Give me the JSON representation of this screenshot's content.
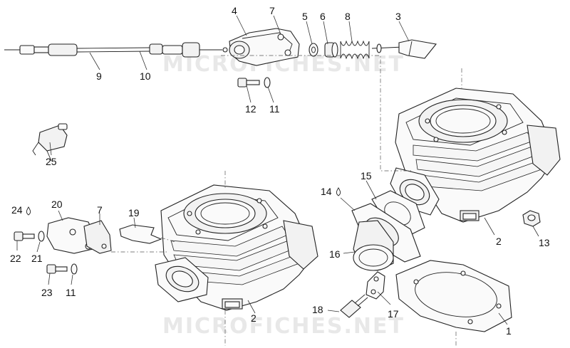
{
  "watermark": "MICROFICHES.NET",
  "callouts": {
    "c1": "1",
    "c2a": "2",
    "c2b": "2",
    "c3": "3",
    "c4": "4",
    "c5": "5",
    "c6": "6",
    "c7a": "7",
    "c7b": "7",
    "c8": "8",
    "c9": "9",
    "c10": "10",
    "c11a": "11",
    "c11b": "11",
    "c12": "12",
    "c13": "13",
    "c14": "14",
    "c15": "15",
    "c16": "16",
    "c17": "17",
    "c18": "18",
    "c19": "19",
    "c20": "20",
    "c21": "21",
    "c22": "22",
    "c23": "23",
    "c24": "24",
    "c25": "25"
  },
  "icons": [
    "oil-drop-icon"
  ]
}
